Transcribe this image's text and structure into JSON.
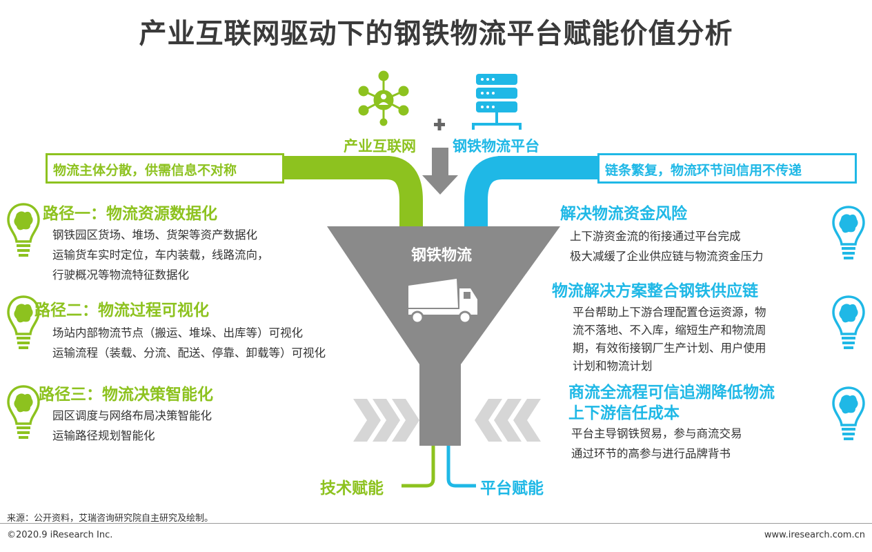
{
  "title": "产业互联网驱动下的钢铁物流平台赋能价值分析",
  "top": {
    "left_label": "产业互联网",
    "right_label": "钢铁物流平台",
    "plus": "+"
  },
  "boxes": {
    "left": "物流主体分散，供需信息不对称",
    "right": "链条繁复，物流环节间信用不传递"
  },
  "funnel": {
    "label": "钢铁物流"
  },
  "left_paths": [
    {
      "heading": "路径一：物流资源数据化",
      "lines": [
        "钢铁园区货场、堆场、货架等资产数据化",
        "运输货车实时定位，车内装载，线路流向，",
        "行驶概况等物流特征数据化"
      ]
    },
    {
      "heading": "路径二：物流过程可视化",
      "lines": [
        "场站内部物流节点（搬运、堆垛、出库等）可视化",
        "运输流程（装载、分流、配送、停靠、卸载等）可视化"
      ]
    },
    {
      "heading": "路径三：物流决策智能化",
      "lines": [
        "园区调度与网络布局决策智能化",
        "运输路径规划智能化"
      ]
    }
  ],
  "right_items": [
    {
      "heading": [
        "解决物流资金风险"
      ],
      "lines": [
        "上下游资金流的衔接通过平台完成",
        "极大减缓了企业供应链与物流资金压力"
      ]
    },
    {
      "heading": [
        "物流解决方案整合钢铁供应链"
      ],
      "lines": [
        "平台帮助上下游合理配置仓运资源，物",
        "流不落地、不入库，缩短生产和物流周",
        "期，有效衔接钢厂生产计划、用户使用",
        "计划和物流计划"
      ]
    },
    {
      "heading": [
        "商流全流程可信追溯降低物流",
        "上下游信任成本"
      ],
      "lines": [
        "平台主导钢铁贸易，参与商流交易",
        "通过环节的高参与进行品牌背书"
      ]
    }
  ],
  "bottom": {
    "left": "技术赋能",
    "right": "平台赋能"
  },
  "footer": {
    "source": "来源：公开资料，艾瑞咨询研究院自主研究及绘制。",
    "copyright": "©2020.9 iResearch Inc.",
    "url": "www.iresearch.com.cn"
  },
  "colors": {
    "green": "#8dc21f",
    "blue": "#1fb8e6",
    "funnel": "#8a8a8a",
    "chevron": "#d6d6d6"
  },
  "icons": [
    "network-icon",
    "server-icon",
    "plus-icon",
    "down-arrow-icon",
    "truck-icon",
    "brain-bulb-icon",
    "chevron-right-icon",
    "chevron-left-icon"
  ]
}
